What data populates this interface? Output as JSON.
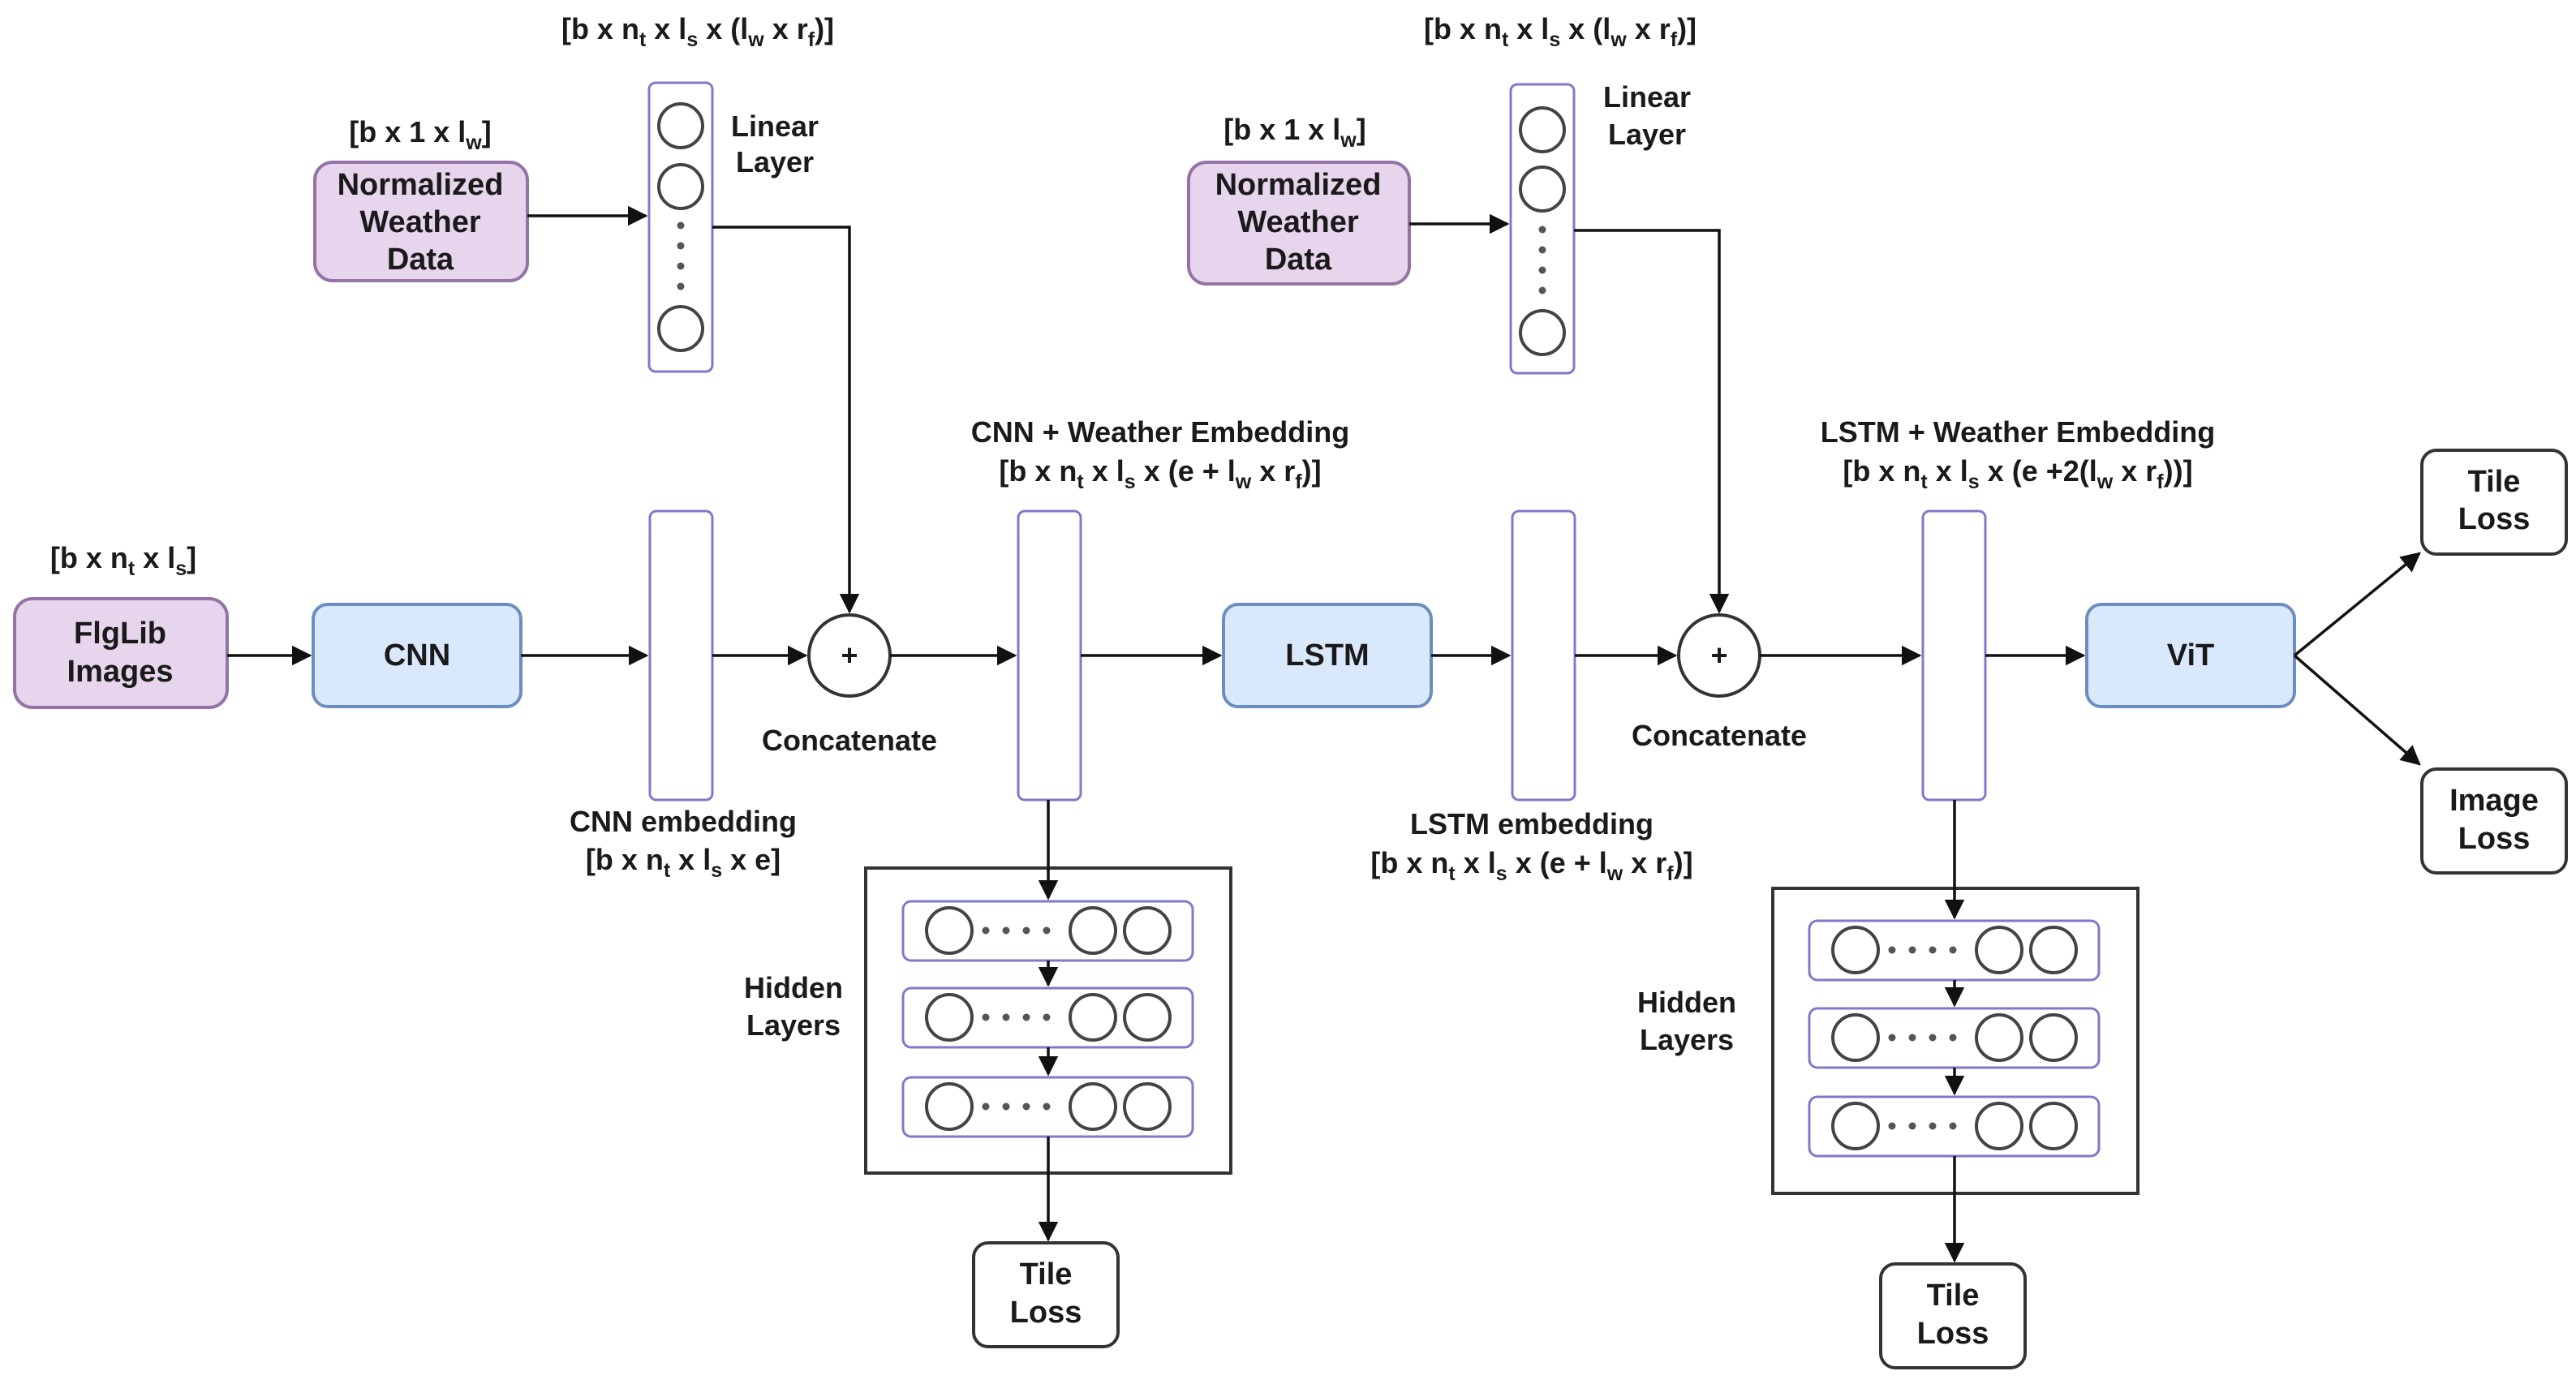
{
  "left": {
    "weather_dim": [
      "[b x 1 x l",
      "w",
      "]"
    ],
    "weather_box": [
      "Normalized",
      "Weather",
      "Data"
    ],
    "linear_dim": [
      "[b x n",
      "t",
      " x l",
      "s",
      " x (l",
      "w",
      " x r",
      "f",
      ")]"
    ],
    "linear_label": [
      "Linear",
      "Layer"
    ],
    "images_dim": [
      "[b x n",
      "t",
      " x l",
      "s",
      "]"
    ],
    "images_box": [
      "FlgLib",
      "Images"
    ],
    "cnn_label": "CNN",
    "cnn_emb_label": "CNN embedding",
    "cnn_emb_dim": [
      "[b x n",
      "t",
      " x l",
      "s",
      " x e]"
    ],
    "concat_symbol": "+",
    "concat_label": "Concatenate",
    "fused_title": "CNN + Weather Embedding",
    "fused_dim": [
      "[b x n",
      "t",
      " x l",
      "s",
      " x (e + l",
      "w",
      " x r",
      "f",
      ")]"
    ],
    "hidden_label": [
      "Hidden",
      "Layers"
    ],
    "tile_loss": [
      "Tile",
      "Loss"
    ]
  },
  "right": {
    "weather_dim": [
      "[b x 1 x l",
      "w",
      "]"
    ],
    "weather_box": [
      "Normalized",
      "Weather",
      "Data"
    ],
    "linear_dim": [
      "[b x n",
      "t",
      " x l",
      "s",
      " x (l",
      "w",
      " x r",
      "f",
      ")]"
    ],
    "linear_label": [
      "Linear",
      "Layer"
    ],
    "lstm_label": "LSTM",
    "lstm_emb_label": "LSTM embedding",
    "lstm_emb_dim": [
      "[b x n",
      "t",
      " x l",
      "s",
      " x (e + l",
      "w",
      " x r",
      "f",
      ")]"
    ],
    "concat_symbol": "+",
    "concat_label": "Concatenate",
    "fused_title": "LSTM + Weather Embedding",
    "fused_dim": [
      "[b x n",
      "t",
      " x l",
      "s",
      " x (e +2(l",
      "w",
      " x r",
      "f",
      "))]"
    ],
    "hidden_label": [
      "Hidden",
      "Layers"
    ],
    "tile_loss": [
      "Tile",
      "Loss"
    ],
    "vit_label": "ViT",
    "out_tile_loss": [
      "Tile",
      "Loss"
    ],
    "out_image_loss": [
      "Image",
      "Loss"
    ]
  },
  "colors": {
    "input_fill": "#e6d5ec",
    "input_stroke": "#9673a6",
    "model_fill": "#dae8fc",
    "model_stroke": "#6c8ebf",
    "vector_stroke": "#7f79c9"
  }
}
